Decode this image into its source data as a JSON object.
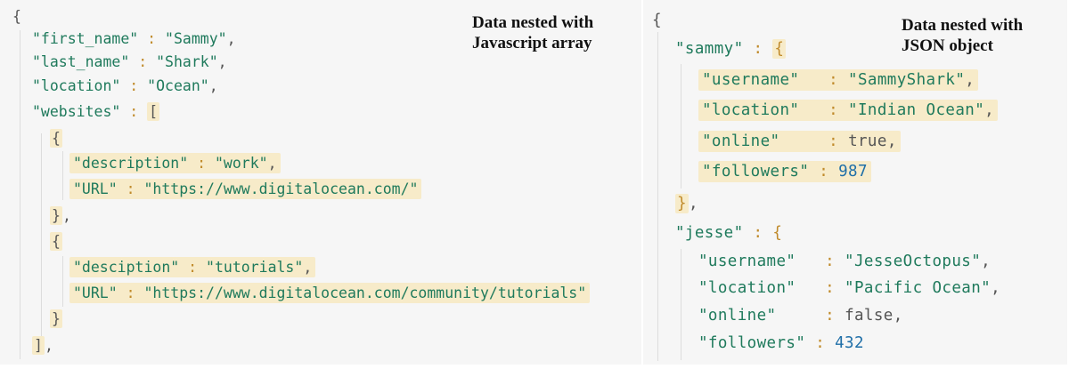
{
  "left": {
    "heading_line1": "Data nested with",
    "heading_line2": "Javascript array",
    "open_brace": "{",
    "first_name_key": "\"first_name\"",
    "first_name_val": "\"Sammy\"",
    "last_name_key": "\"last_name\"",
    "last_name_val": "\"Shark\"",
    "location_key": "\"location\"",
    "location_val": "\"Ocean\"",
    "websites_key": "\"websites\"",
    "open_bracket": "[",
    "item1_open": "{",
    "item1_desc_key": "\"description\"",
    "item1_desc_val": "\"work\"",
    "item1_url_key": "\"URL\"",
    "item1_url_val": "\"https://www.digitalocean.com/\"",
    "item1_close": "}",
    "item2_open": "{",
    "item2_desc_key": "\"desciption\"",
    "item2_desc_val": "\"tutorials\"",
    "item2_url_key": "\"URL\"",
    "item2_url_val": "\"https://www.digitalocean.com/community/tutorials\"",
    "item2_close": "}",
    "close_bracket": "]"
  },
  "right": {
    "heading_line1": "Data nested with",
    "heading_line2": "JSON object",
    "open_brace": "{",
    "sammy_key": "\"sammy\"",
    "sammy_open": "{",
    "sammy_username_key": "\"username\"",
    "sammy_username_val": "\"SammyShark\"",
    "sammy_location_key": "\"location\"",
    "sammy_location_val": "\"Indian Ocean\"",
    "sammy_online_key": "\"online\"",
    "sammy_online_val": "true",
    "sammy_followers_key": "\"followers\"",
    "sammy_followers_val": "987",
    "sammy_close": "}",
    "jesse_key": "\"jesse\"",
    "jesse_open": "{",
    "jesse_username_key": "\"username\"",
    "jesse_username_val": "\"JesseOctopus\"",
    "jesse_location_key": "\"location\"",
    "jesse_location_val": "\"Pacific Ocean\"",
    "jesse_online_key": "\"online\"",
    "jesse_online_val": "false",
    "jesse_followers_key": "\"followers\"",
    "jesse_followers_val": "432"
  },
  "colors": {
    "key_string": "#1f7a5c",
    "number": "#1f6fa8",
    "colon": "#c08a2a",
    "highlight": "#f7ebc9",
    "background": "#f6f6f6"
  }
}
